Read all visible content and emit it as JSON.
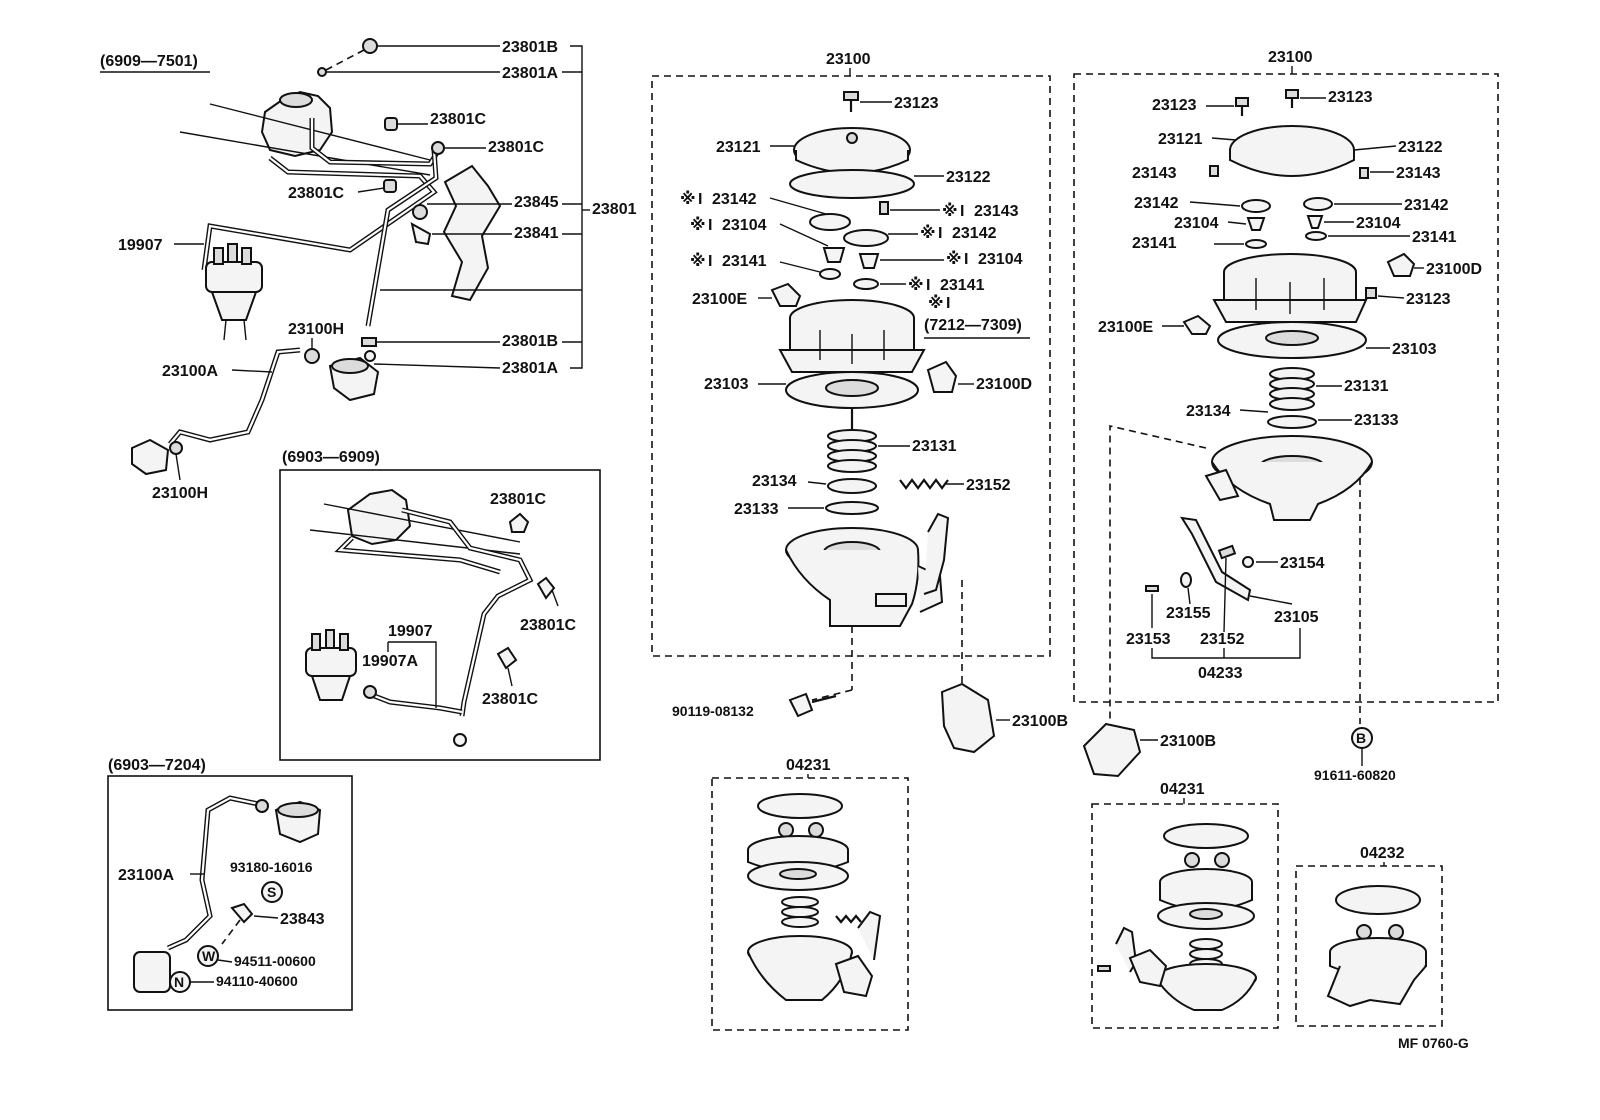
{
  "labels": {
    "r1": "(6909—7501)",
    "r2": "(6903—6909)",
    "r3": "(6903—7204)",
    "r4": "(7212—7309)",
    "p23801B": "23801B",
    "p23801A": "23801A",
    "p23801C": "23801C",
    "p23845": "23845",
    "p23841": "23841",
    "p23801": "23801",
    "p19907": "19907",
    "p19907A": "19907A",
    "p23100H": "23100H",
    "p23100A": "23100A",
    "p23100": "23100",
    "p23123": "23123",
    "p23121": "23121",
    "p23122": "23122",
    "p23142": "23142",
    "p23143": "23143",
    "p23104": "23104",
    "p23141": "23141",
    "p23100E": "23100E",
    "p23100D": "23100D",
    "p23103": "23103",
    "p23131": "23131",
    "p23134": "23134",
    "p23133": "23133",
    "p23152": "23152",
    "p23154": "23154",
    "p23155": "23155",
    "p23153": "23153",
    "p23105": "23105",
    "p04233": "04233",
    "p90119": "90119-08132",
    "p23100B": "23100B",
    "p91611": "91611-60820",
    "p04231": "04231",
    "p04232": "04232",
    "p93180": "93180-16016",
    "p23843": "23843",
    "p94511": "94511-00600",
    "p94110": "94110-40600",
    "star": "※",
    "bar": "I",
    "mS": "S",
    "mW": "W",
    "mN": "N",
    "mB": "B",
    "code": "MF 0760-G"
  }
}
